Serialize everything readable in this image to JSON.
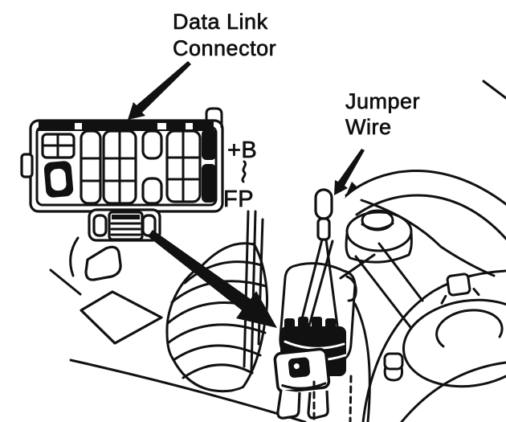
{
  "page": {
    "background_color": "#ffffff",
    "ink_color": "#111111"
  },
  "diagram": {
    "type": "technical-illustration",
    "labels": {
      "data_link_connector_line1": "Data Link",
      "data_link_connector_line2": "Connector",
      "jumper_wire_line1": "Jumper",
      "jumper_wire_line2": "Wire",
      "terminal_plus_b": "+B",
      "terminal_fp": "FP"
    }
  }
}
